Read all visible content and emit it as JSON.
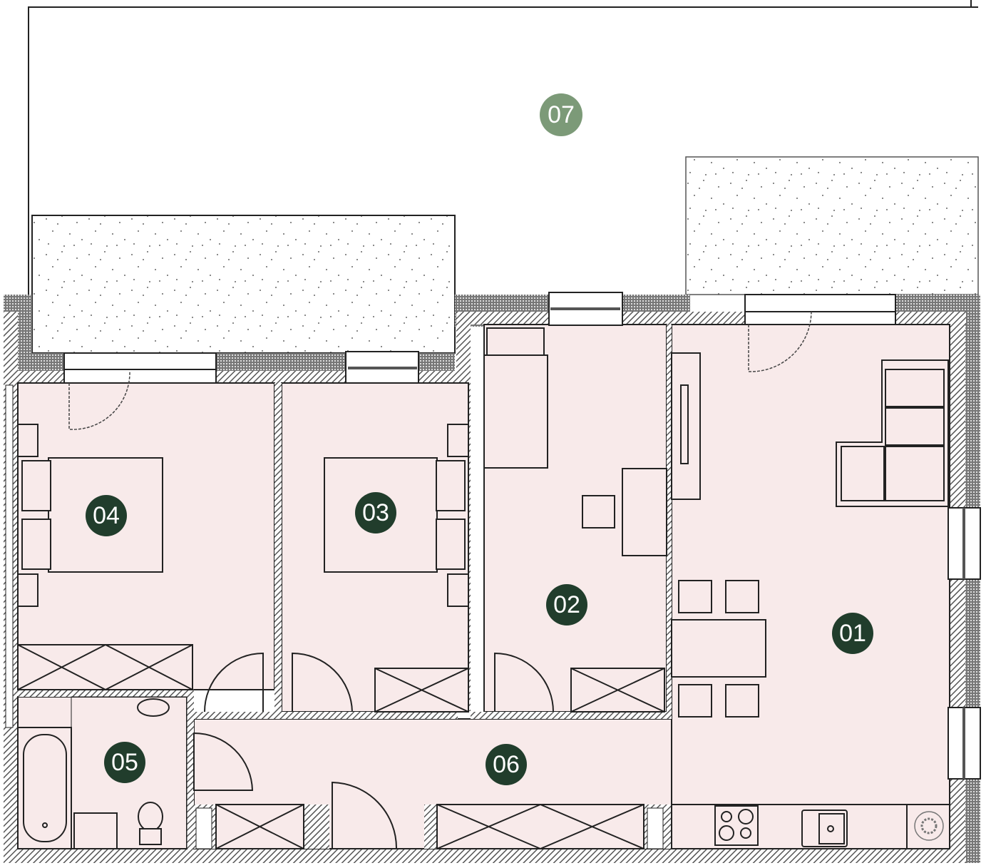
{
  "plan": {
    "rooms": [
      {
        "id": "01",
        "name": "room-01"
      },
      {
        "id": "02",
        "name": "room-02"
      },
      {
        "id": "03",
        "name": "room-03"
      },
      {
        "id": "04",
        "name": "room-04"
      },
      {
        "id": "05",
        "name": "room-05"
      },
      {
        "id": "06",
        "name": "room-06"
      },
      {
        "id": "07",
        "name": "room-07"
      }
    ],
    "colors": {
      "room_fill": "#f8eaea",
      "label_dark": "#213d2c",
      "label_terrace": "#7c9a78",
      "wall": "#666666"
    }
  }
}
